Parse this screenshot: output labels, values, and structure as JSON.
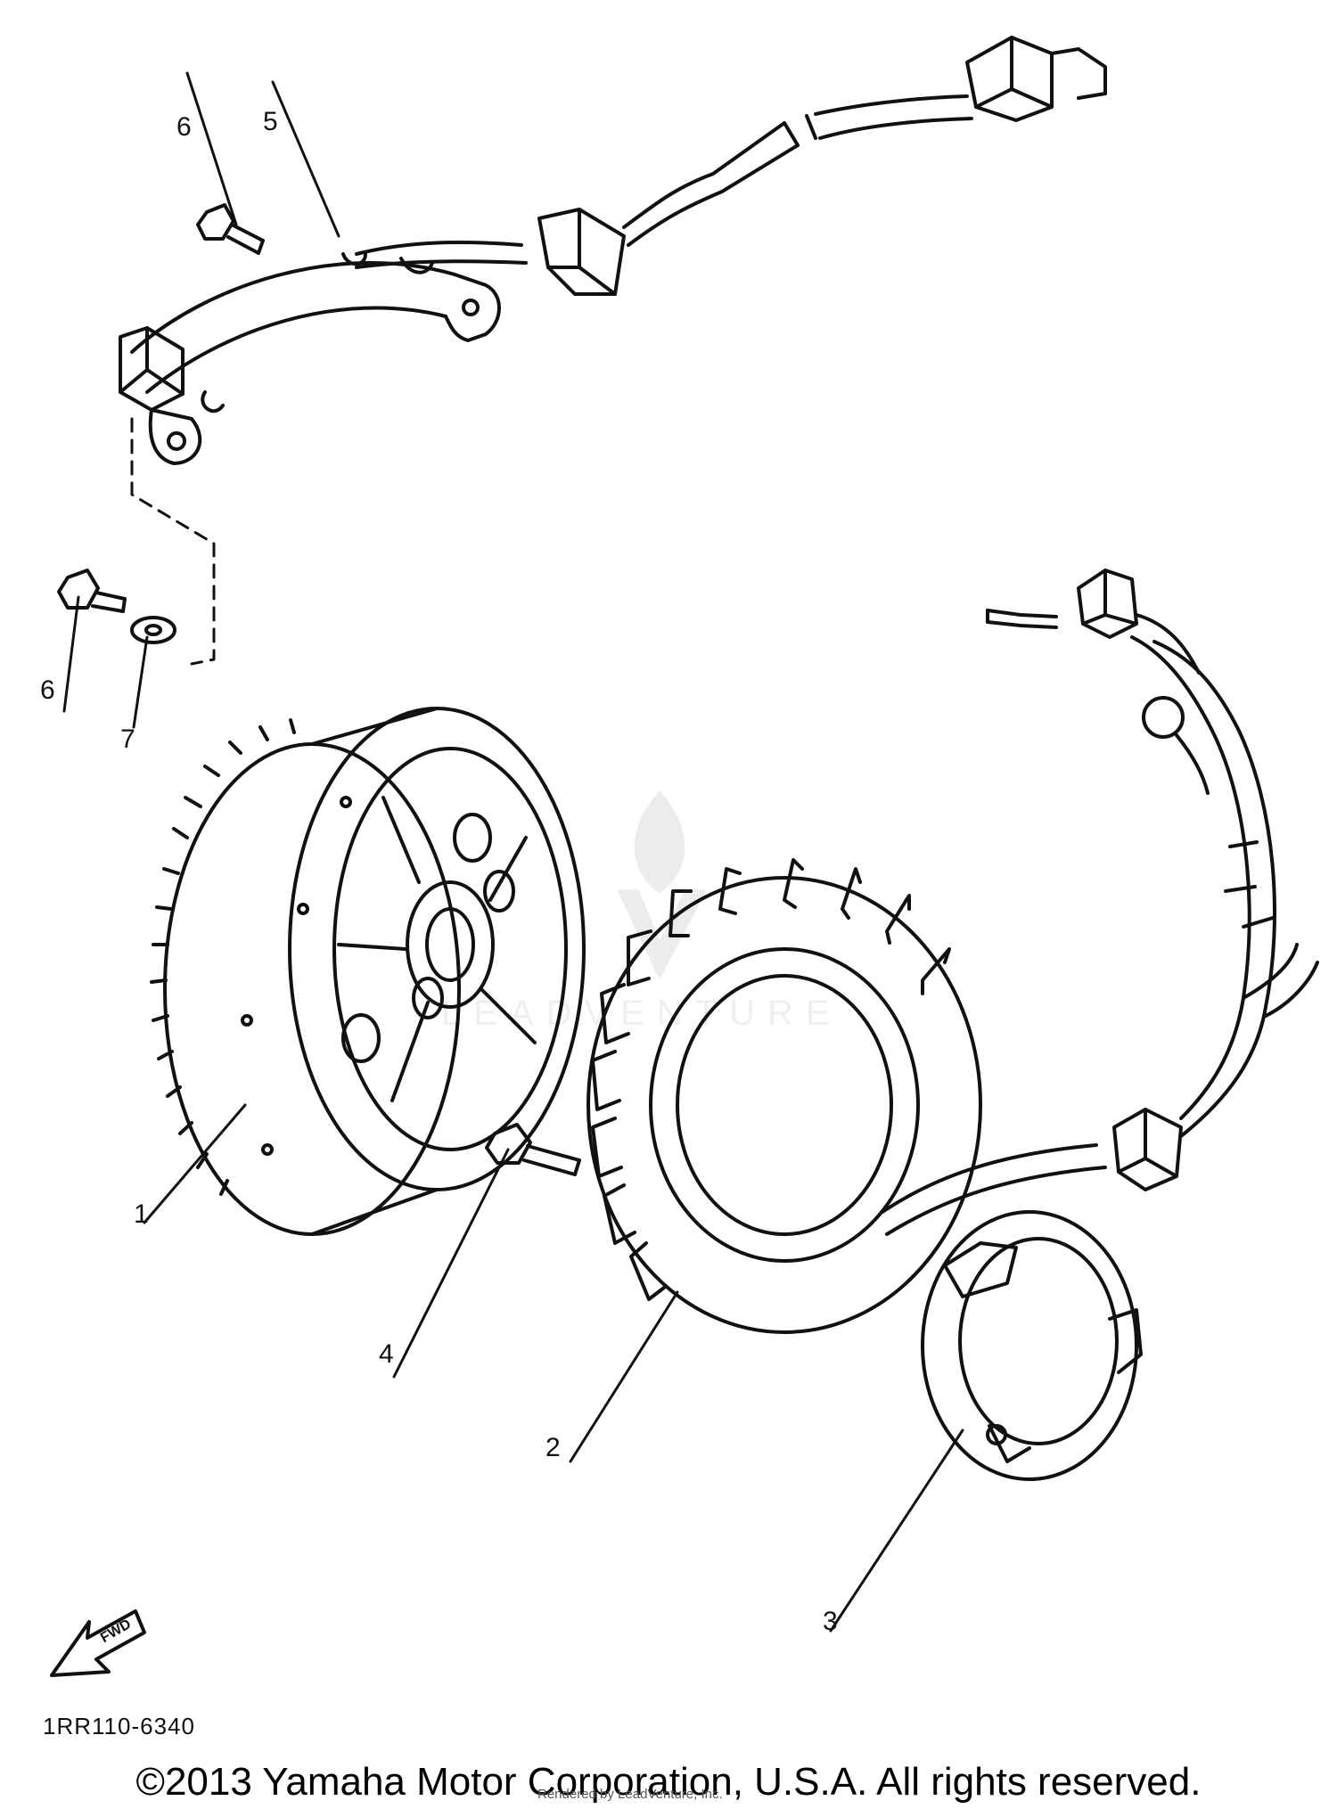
{
  "parts": [
    {
      "number": "1",
      "item": "flywheel-rotor"
    },
    {
      "number": "2",
      "item": "stator-coil-assembly"
    },
    {
      "number": "3",
      "item": "stator-cover-ring"
    },
    {
      "number": "4",
      "item": "bolt"
    },
    {
      "number": "5",
      "item": "pickup-coil-assembly"
    },
    {
      "number": "6",
      "item": "screw"
    },
    {
      "number": "7",
      "item": "washer"
    }
  ],
  "callouts": {
    "c1": "1",
    "c2": "2",
    "c3": "3",
    "c4": "4",
    "c5": "5",
    "c6a": "6",
    "c6b": "6",
    "c7": "7"
  },
  "direction_arrow": "FWD",
  "diagram_code": "1RR110-6340",
  "copyright": "©2013 Yamaha Motor Corporation, U.S.A. All rights reserved.",
  "rendered_by": "Rendered by LeadVenture, Inc.",
  "watermark": "LEADVENTURE",
  "colors": {
    "line": "#111111",
    "background": "#ffffff"
  }
}
